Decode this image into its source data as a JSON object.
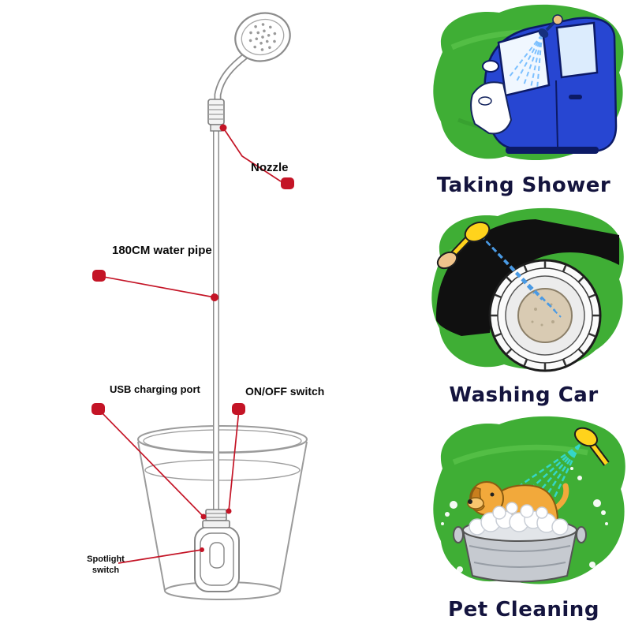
{
  "title": "Portable outdoor shower product diagram",
  "callouts": {
    "nozzle": "Nozzle",
    "pipe": "180CM water pipe",
    "usb": "USB charging port",
    "power": "ON/OFF switch",
    "spotlight": "Spotlight switch"
  },
  "panels": [
    {
      "id": "taking-shower",
      "caption": "Taking Shower"
    },
    {
      "id": "washing-car",
      "caption": "Washing Car"
    },
    {
      "id": "pet-cleaning",
      "caption": "Pet Cleaning"
    }
  ],
  "figures": {
    "device_parts": [
      "shower-head",
      "hose-connector",
      "water-pipe",
      "bucket",
      "pump-unit"
    ],
    "panel_illustrations": [
      "car-shower",
      "wheel-washing",
      "dog-bath"
    ]
  },
  "colors": {
    "callout_red": "#c41426",
    "splash_green": "#3fae35",
    "caption_navy": "#14143e",
    "car_blue": "#2746d2",
    "line_gray": "#8c8c8c",
    "shower_yellow": "#ffd31c",
    "background": "#ffffff"
  }
}
